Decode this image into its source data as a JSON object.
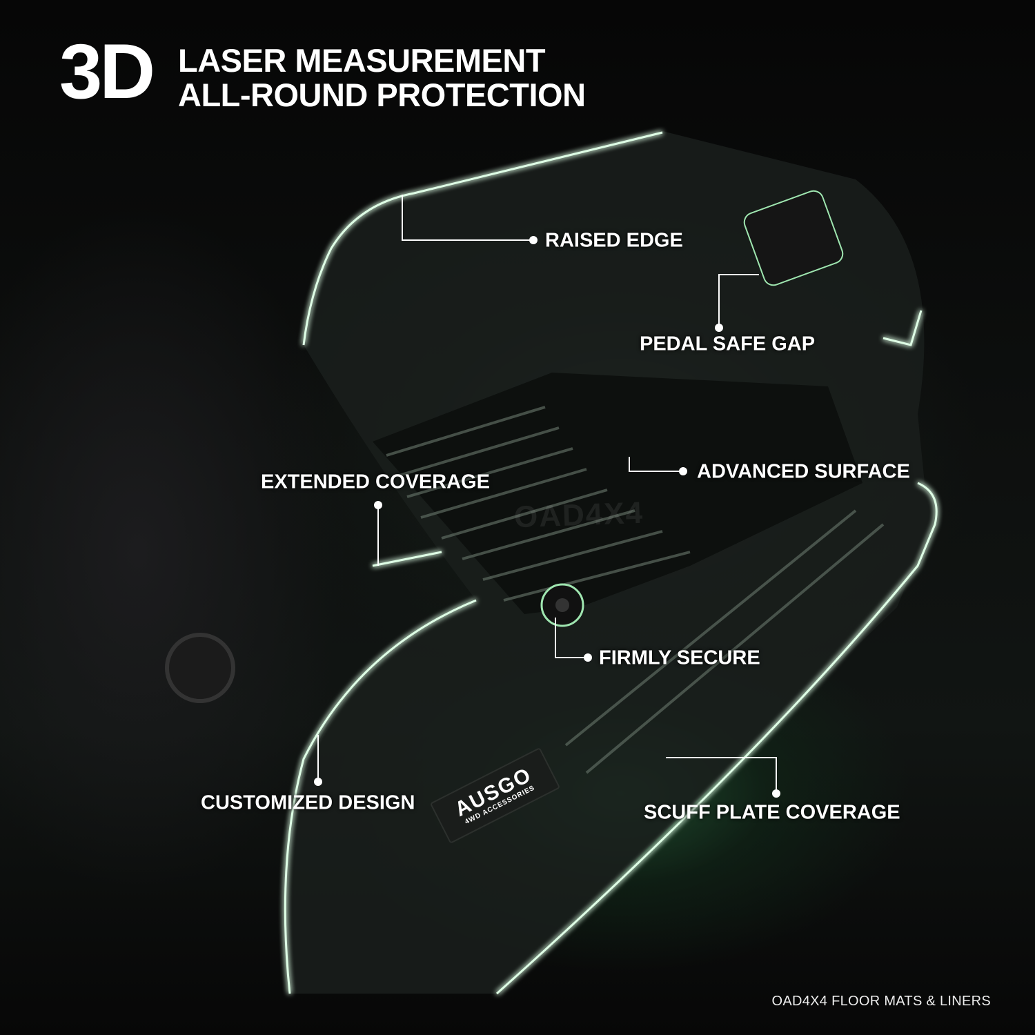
{
  "headline": {
    "big": "3D",
    "line1": "LASER MEASUREMENT",
    "line2": "ALL-ROUND PROTECTION"
  },
  "callouts": {
    "raised_edge": "RAISED EDGE",
    "pedal_safe_gap": "PEDAL SAFE GAP",
    "advanced_surface": "ADVANCED SURFACE",
    "extended_coverage": "EXTENDED COVERAGE",
    "firmly_secure": "FIRMLY SECURE",
    "customized_design": "CUSTOMIZED DESIGN",
    "scuff_plate_coverage": "SCUFF PLATE COVERAGE"
  },
  "watermark": "OAD4X4",
  "badge": {
    "brand": "AUSGO",
    "sub": "4WD ACCESSORIES"
  },
  "footer": "OAD4X4 FLOOR MATS & LINERS",
  "colors": {
    "accent_glow": "#7dff9a",
    "text": "#ffffff",
    "background": "#0b0d0c"
  }
}
